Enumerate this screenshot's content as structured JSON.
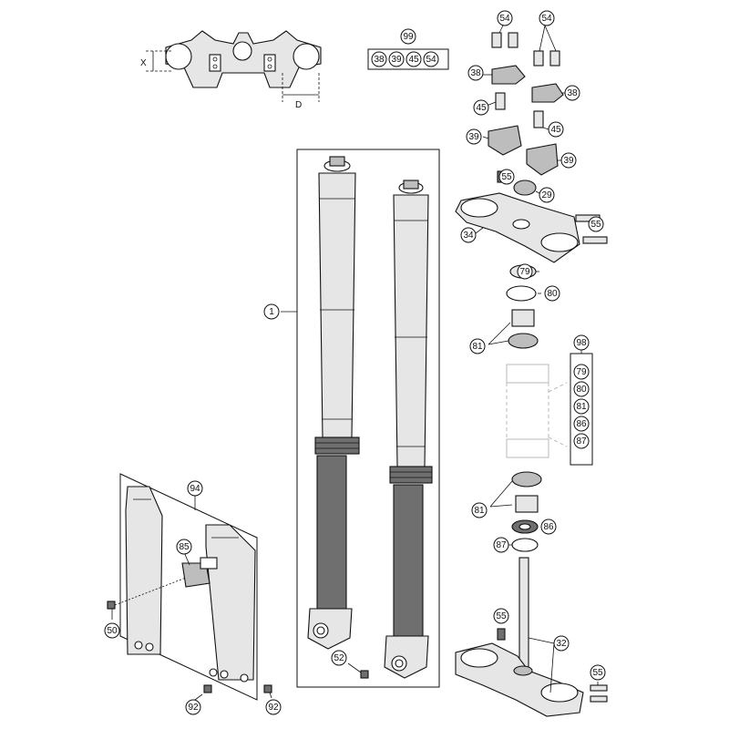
{
  "diagram": {
    "callouts": [
      {
        "id": "c1",
        "label": "1"
      },
      {
        "id": "c29",
        "label": "29"
      },
      {
        "id": "c32",
        "label": "32"
      },
      {
        "id": "c34",
        "label": "34"
      },
      {
        "id": "c38a",
        "label": "38"
      },
      {
        "id": "c38b",
        "label": "38"
      },
      {
        "id": "c39a",
        "label": "39"
      },
      {
        "id": "c39b",
        "label": "39"
      },
      {
        "id": "c45a",
        "label": "45"
      },
      {
        "id": "c45b",
        "label": "45"
      },
      {
        "id": "c50",
        "label": "50"
      },
      {
        "id": "c52",
        "label": "52"
      },
      {
        "id": "c54a",
        "label": "54"
      },
      {
        "id": "c54b",
        "label": "54"
      },
      {
        "id": "c55a",
        "label": "55"
      },
      {
        "id": "c55b",
        "label": "55"
      },
      {
        "id": "c55c",
        "label": "55"
      },
      {
        "id": "c55d",
        "label": "55"
      },
      {
        "id": "c79",
        "label": "79"
      },
      {
        "id": "c80",
        "label": "80"
      },
      {
        "id": "c81a",
        "label": "81"
      },
      {
        "id": "c81b",
        "label": "81"
      },
      {
        "id": "c85",
        "label": "85"
      },
      {
        "id": "c86",
        "label": "86"
      },
      {
        "id": "c87",
        "label": "87"
      },
      {
        "id": "c92a",
        "label": "92"
      },
      {
        "id": "c92b",
        "label": "92"
      },
      {
        "id": "c94",
        "label": "94"
      }
    ],
    "kits": [
      {
        "id": "k99",
        "label": "99",
        "items": [
          "38",
          "39",
          "45",
          "54"
        ]
      },
      {
        "id": "k98",
        "label": "98",
        "items": [
          "79",
          "80",
          "81",
          "86",
          "87"
        ]
      }
    ],
    "dimensions": {
      "offset_label": "X",
      "width_label": "D"
    }
  }
}
